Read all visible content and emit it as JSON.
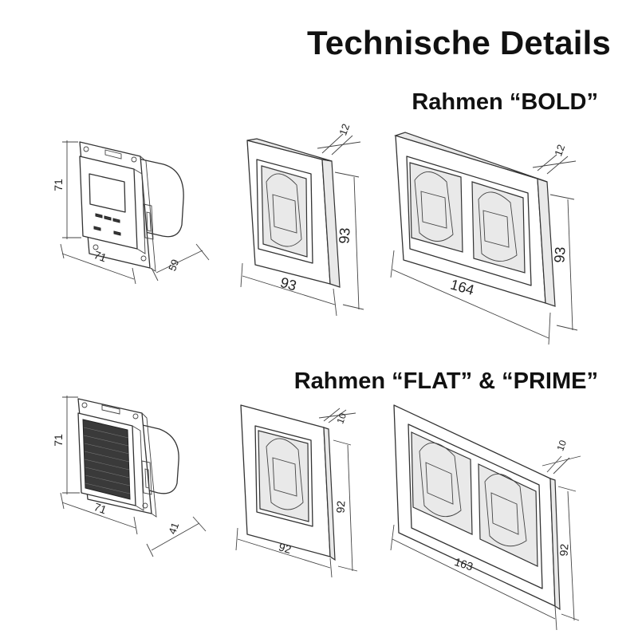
{
  "header": {
    "title": "Technische Details",
    "section_bold": "Rahmen “BOLD”",
    "section_flat_prime": "Rahmen “FLAT” & “PRIME”"
  },
  "bold": {
    "module": {
      "height": "71",
      "width": "71",
      "depth": "59"
    },
    "single_frame": {
      "depth": "12",
      "height": "93",
      "width": "93"
    },
    "double_frame": {
      "depth": "12",
      "height": "93",
      "width": "164"
    }
  },
  "flat_prime": {
    "module": {
      "height": "71",
      "width": "71",
      "depth": "41"
    },
    "single_frame": {
      "depth": "10",
      "height": "92",
      "width": "92"
    },
    "double_frame": {
      "depth": "10",
      "height": "92",
      "width": "163"
    }
  }
}
